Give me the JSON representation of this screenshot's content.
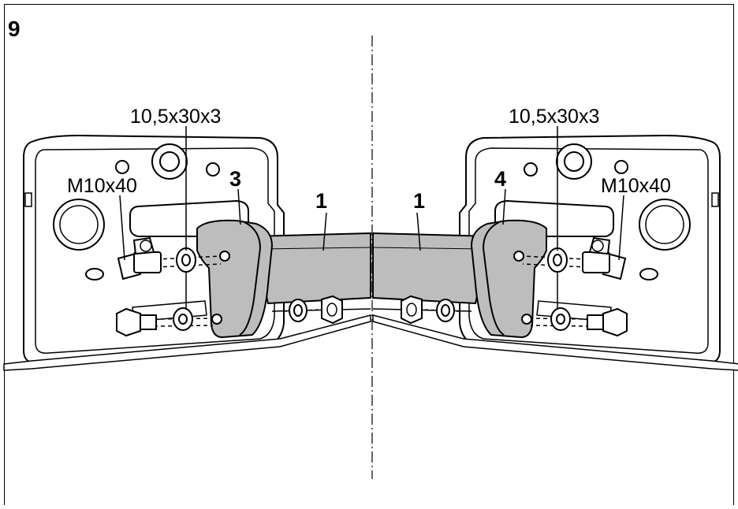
{
  "figure": {
    "number": "9"
  },
  "left": {
    "washer_label": "10,5x30x3",
    "bolt_label": "M10x40",
    "bracket_label": "3",
    "beam_label": "1"
  },
  "right": {
    "washer_label": "10,5x30x3",
    "bolt_label": "M10x40",
    "bracket_label": "4",
    "beam_label": "1"
  },
  "colors": {
    "part_fill": "#bdbdbd",
    "line": "#000000",
    "background": "#ffffff"
  }
}
